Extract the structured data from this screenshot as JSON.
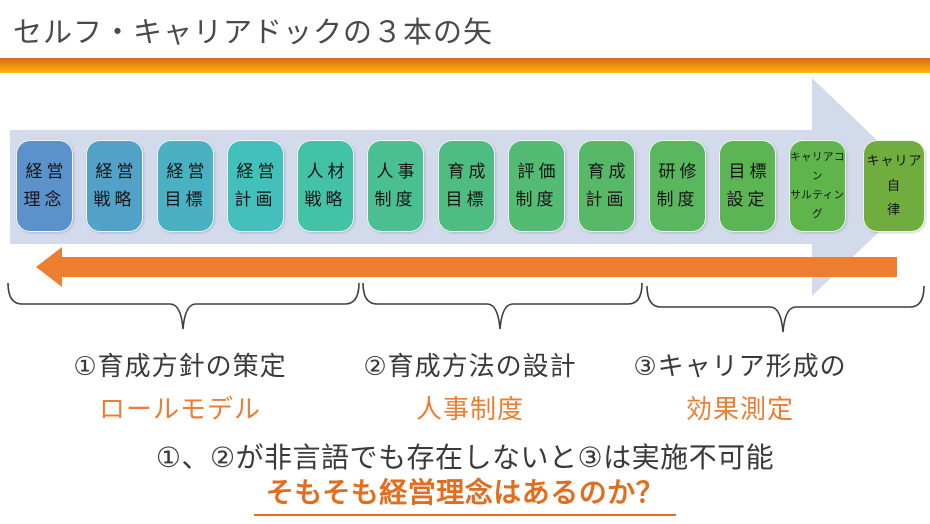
{
  "title": "セルフ・キャリアドックの３本の矢",
  "colors": {
    "accent_orange": "#ed7d31",
    "deep_orange": "#e36d1d",
    "rule_gradient_top": "#cf6a1f",
    "rule_gradient_mid": "#f0900f",
    "rule_gradient_bottom": "#fdba0a",
    "big_arrow": "#d3daeb",
    "back_arrow": "#ed7d31",
    "brace": "#3f3f3f",
    "box_text": "#141414"
  },
  "boxes": {
    "items": [
      {
        "label": "経営\n理念",
        "color": "#5b92cb"
      },
      {
        "label": "経営\n戦略",
        "color": "#52a2c7"
      },
      {
        "label": "経営\n目標",
        "color": "#4ab1c3"
      },
      {
        "label": "経営\n計画",
        "color": "#43c0bb"
      },
      {
        "label": "人材\n戦略",
        "color": "#44c2a6"
      },
      {
        "label": "人事\n制度",
        "color": "#4ac092"
      },
      {
        "label": "育成\n目標",
        "color": "#4fbd82"
      },
      {
        "label": "評価\n制度",
        "color": "#53bb74"
      },
      {
        "label": "育成\n計画",
        "color": "#57b967"
      },
      {
        "label": "研修\n制度",
        "color": "#59b75d"
      },
      {
        "label": "目標\n設定",
        "color": "#5cb554"
      },
      {
        "label": "キャリアコン\nサルティン\nグ",
        "color": "#5fb44b"
      },
      {
        "label": "キャリア自\n律",
        "color": "#71ac3f"
      }
    ]
  },
  "groups": [
    {
      "line1": "①育成方針の策定",
      "line2": "ロールモデル"
    },
    {
      "line1": "②育成方法の設計",
      "line2": "人事制度"
    },
    {
      "line1": "③キャリア形成の",
      "line2": "効果測定"
    }
  ],
  "footer": {
    "line1": "①、②が非言語でも存在しないと③は実施不可能",
    "line2": "そもそも経営理念はあるのか？"
  }
}
